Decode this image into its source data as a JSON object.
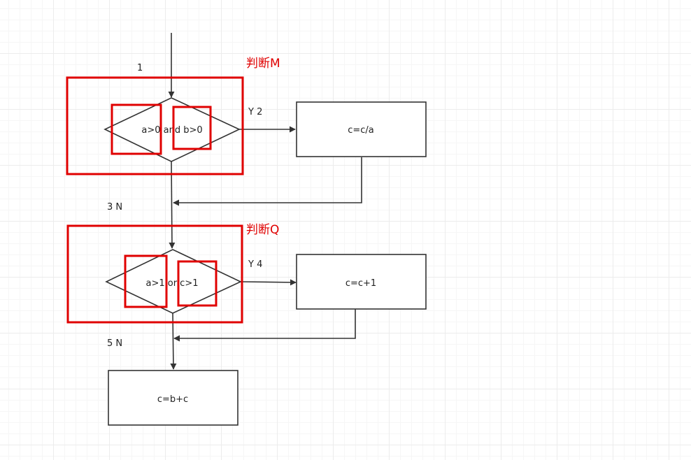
{
  "diagram": {
    "decisions": [
      {
        "text": "a>0 and b>0"
      },
      {
        "text": "a>1 or c>1"
      }
    ],
    "processes": [
      {
        "text": "c=c/a"
      },
      {
        "text": "c=c+1"
      },
      {
        "text": "c=b+c"
      }
    ],
    "edge_labels": {
      "entry": "1",
      "m_yes": "Y 2",
      "m_no": "3 N",
      "q_yes": "Y 4",
      "q_no": "5 N"
    },
    "annotations": {
      "judge_m": "判断M",
      "judge_q": "判断Q"
    },
    "colors": {
      "highlight": "#e00000",
      "stroke": "#333333"
    }
  }
}
